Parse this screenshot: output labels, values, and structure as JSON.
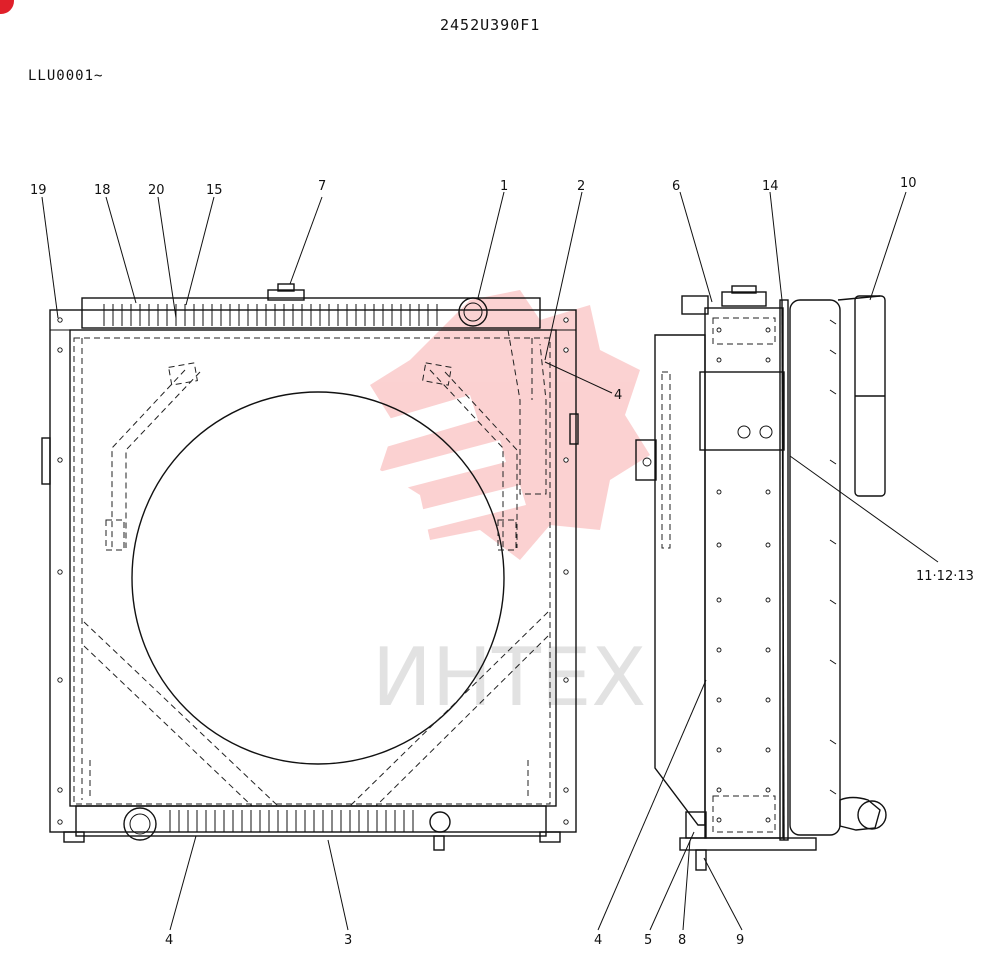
{
  "header": {
    "drawing_number": "2452U390F1",
    "serial_range": "LLU0001~"
  },
  "watermark": {
    "text": "ИНТЕХ",
    "gear_color": "#f04a4a",
    "text_color": "#e2e2e2"
  },
  "corner_mark_color": "#e0202a",
  "callouts": {
    "c1": "1",
    "c2": "2",
    "c3": "3",
    "c4a": "4",
    "c4b": "4",
    "c4c": "4",
    "c5": "5",
    "c6": "6",
    "c7": "7",
    "c8": "8",
    "c9": "9",
    "c10": "10",
    "c111213": "11·12·13",
    "c14": "14",
    "c15": "15",
    "c18": "18",
    "c19": "19",
    "c20": "20"
  }
}
